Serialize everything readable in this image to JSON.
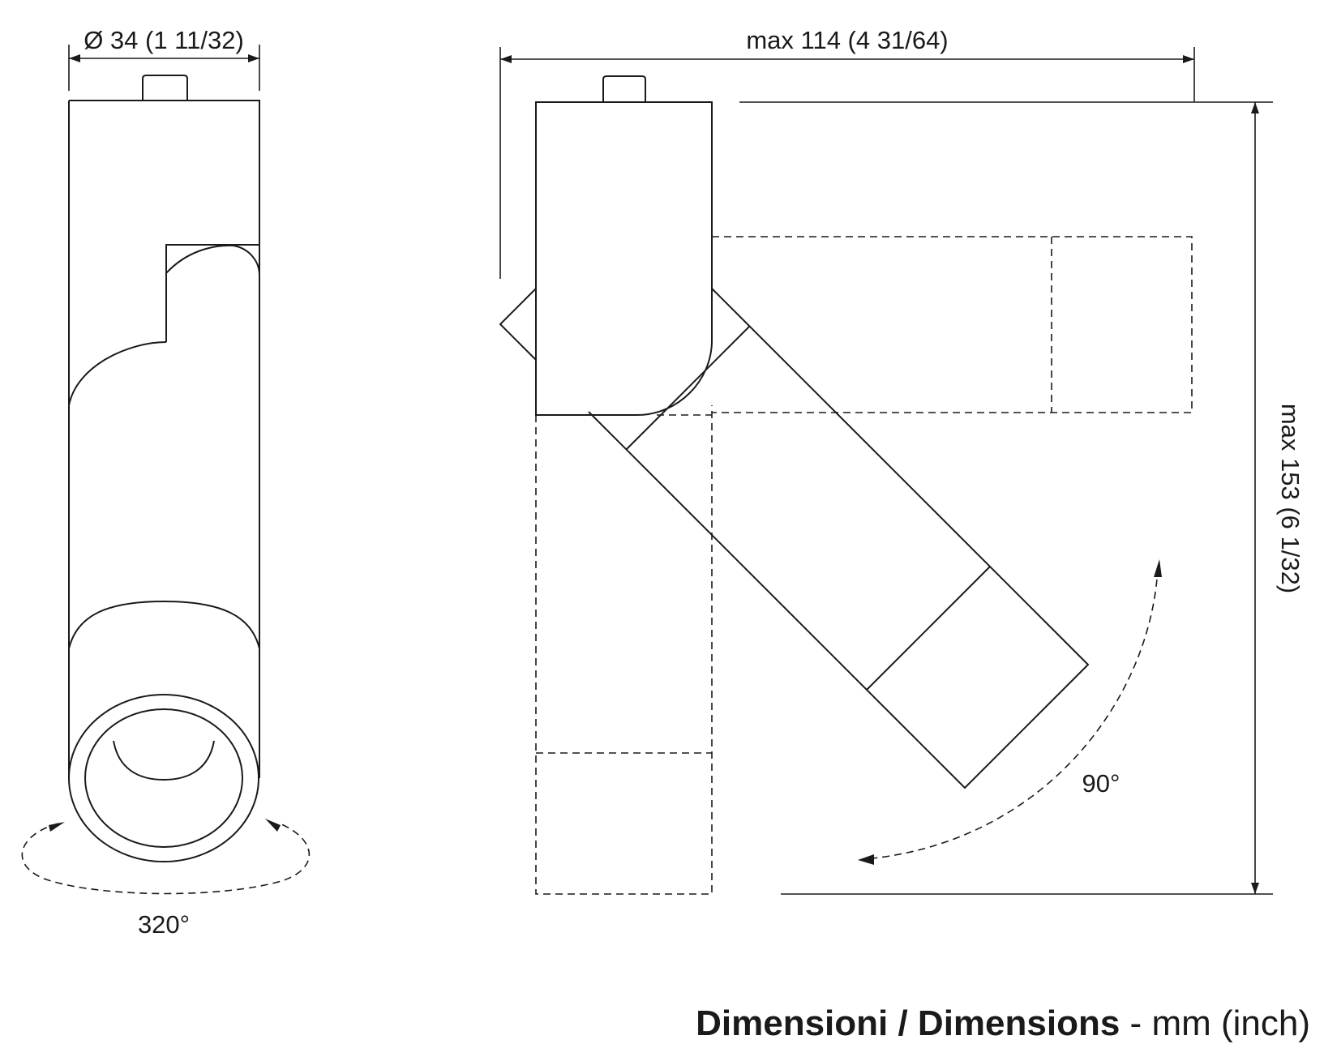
{
  "dimensions": {
    "diameter": "Ø 34 (1 11/32)",
    "max_width": "max 114 (4 31/64)",
    "max_height": "max 153 (6 1/32)",
    "rotation": "320°",
    "tilt": "90°"
  },
  "caption": {
    "bold_part": "Dimensioni / Dimensions",
    "separator": " - ",
    "unit_part": "mm (inch)"
  }
}
